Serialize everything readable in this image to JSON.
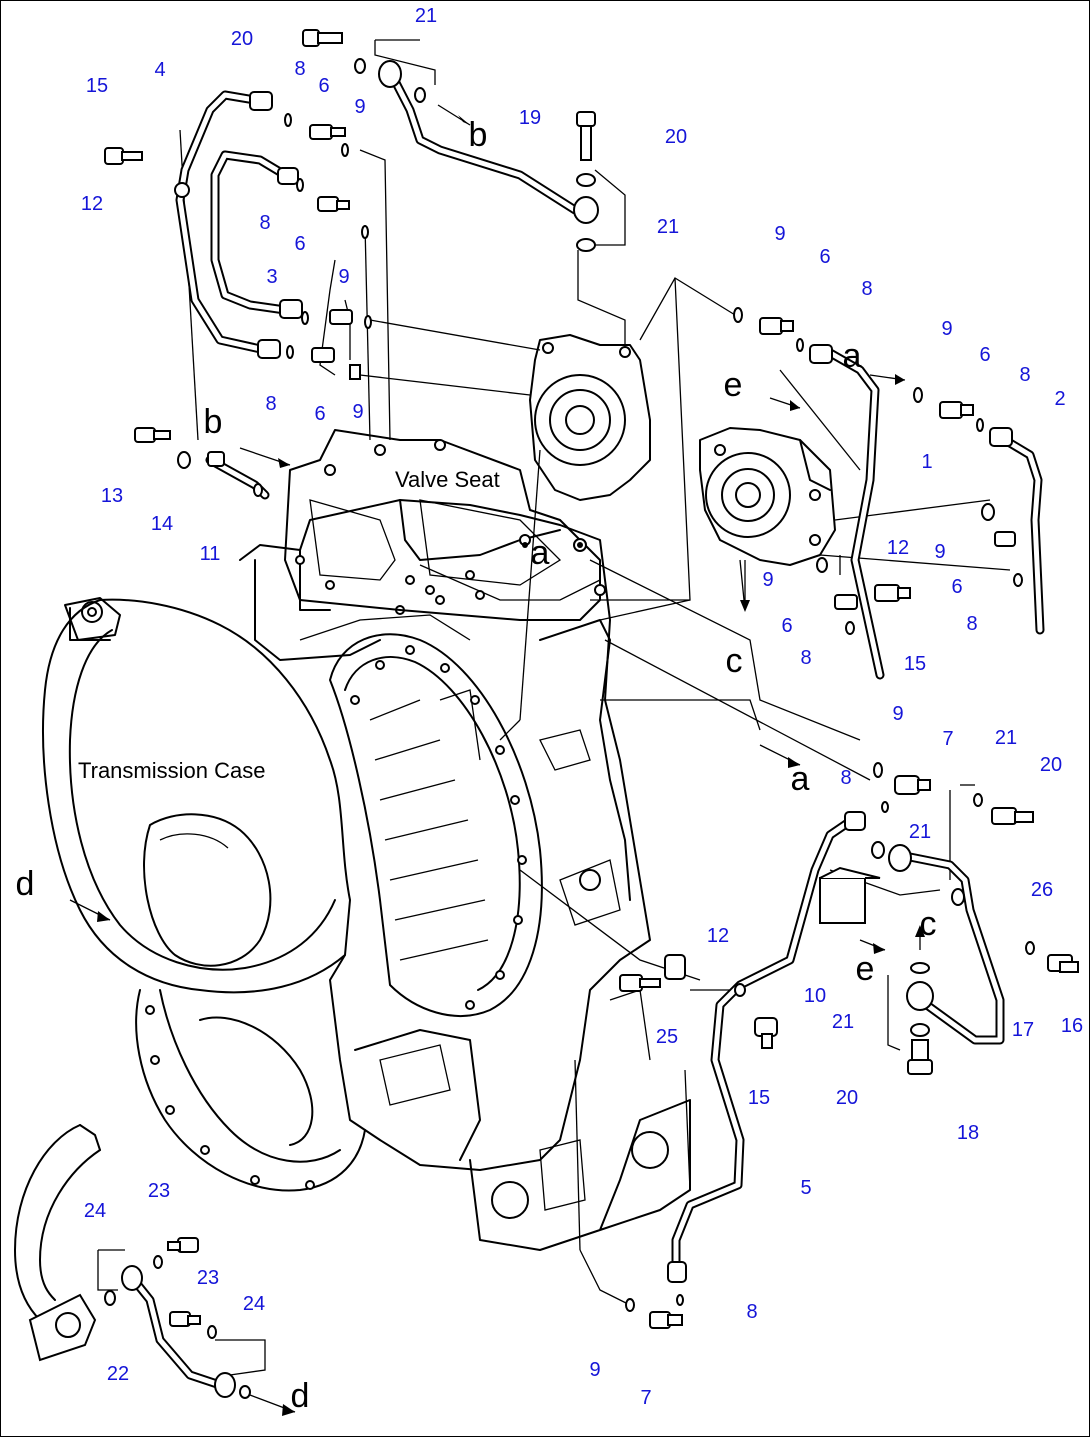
{
  "labels": {
    "valve_seat": "Valve Seat",
    "transmission_case": "Transmission Case"
  },
  "part_numbers": [
    "1",
    "2",
    "3",
    "4",
    "5",
    "6",
    "7",
    "8",
    "9",
    "10",
    "11",
    "12",
    "13",
    "14",
    "15",
    "16",
    "17",
    "18",
    "19",
    "20",
    "21",
    "22",
    "23",
    "24",
    "25",
    "26"
  ],
  "callouts": [
    {
      "id": "c-21a",
      "text": "21"
    },
    {
      "id": "c-20a",
      "text": "20"
    },
    {
      "id": "c-4",
      "text": "4"
    },
    {
      "id": "c-15a",
      "text": "15"
    },
    {
      "id": "c-8a",
      "text": "8"
    },
    {
      "id": "c-6a",
      "text": "6"
    },
    {
      "id": "c-9a",
      "text": "9"
    },
    {
      "id": "c-12a",
      "text": "12"
    },
    {
      "id": "c-8b",
      "text": "8"
    },
    {
      "id": "c-6b",
      "text": "6"
    },
    {
      "id": "c-9b",
      "text": "9"
    },
    {
      "id": "c-3",
      "text": "3"
    },
    {
      "id": "c-8c",
      "text": "8"
    },
    {
      "id": "c-6c",
      "text": "6"
    },
    {
      "id": "c-9c",
      "text": "9"
    },
    {
      "id": "c-19",
      "text": "19"
    },
    {
      "id": "c-20b",
      "text": "20"
    },
    {
      "id": "c-21b",
      "text": "21"
    },
    {
      "id": "c-9d",
      "text": "9"
    },
    {
      "id": "c-6d",
      "text": "6"
    },
    {
      "id": "c-8d",
      "text": "8"
    },
    {
      "id": "c-9e",
      "text": "9"
    },
    {
      "id": "c-6e",
      "text": "6"
    },
    {
      "id": "c-8e",
      "text": "8"
    },
    {
      "id": "c-2",
      "text": "2"
    },
    {
      "id": "c-1",
      "text": "1"
    },
    {
      "id": "c-13",
      "text": "13"
    },
    {
      "id": "c-14",
      "text": "14"
    },
    {
      "id": "c-11",
      "text": "11"
    },
    {
      "id": "c-12b",
      "text": "12"
    },
    {
      "id": "c-9f",
      "text": "9"
    },
    {
      "id": "c-9g",
      "text": "9"
    },
    {
      "id": "c-6f",
      "text": "6"
    },
    {
      "id": "c-6g",
      "text": "6"
    },
    {
      "id": "c-8f",
      "text": "8"
    },
    {
      "id": "c-8g",
      "text": "8"
    },
    {
      "id": "c-15b",
      "text": "15"
    },
    {
      "id": "c-9h",
      "text": "9"
    },
    {
      "id": "c-7a",
      "text": "7"
    },
    {
      "id": "c-21c",
      "text": "21"
    },
    {
      "id": "c-20c",
      "text": "20"
    },
    {
      "id": "c-8h",
      "text": "8"
    },
    {
      "id": "c-21d",
      "text": "21"
    },
    {
      "id": "c-26",
      "text": "26"
    },
    {
      "id": "c-12c",
      "text": "12"
    },
    {
      "id": "c-10",
      "text": "10"
    },
    {
      "id": "c-21e",
      "text": "21"
    },
    {
      "id": "c-17",
      "text": "17"
    },
    {
      "id": "c-16",
      "text": "16"
    },
    {
      "id": "c-25",
      "text": "25"
    },
    {
      "id": "c-15c",
      "text": "15"
    },
    {
      "id": "c-20d",
      "text": "20"
    },
    {
      "id": "c-18",
      "text": "18"
    },
    {
      "id": "c-5",
      "text": "5"
    },
    {
      "id": "c-24a",
      "text": "24"
    },
    {
      "id": "c-23a",
      "text": "23"
    },
    {
      "id": "c-23b",
      "text": "23"
    },
    {
      "id": "c-24b",
      "text": "24"
    },
    {
      "id": "c-22",
      "text": "22"
    },
    {
      "id": "c-8i",
      "text": "8"
    },
    {
      "id": "c-9i",
      "text": "9"
    },
    {
      "id": "c-7b",
      "text": "7"
    }
  ],
  "refs": [
    {
      "id": "r-b1",
      "text": "b"
    },
    {
      "id": "r-b2",
      "text": "b"
    },
    {
      "id": "r-a1",
      "text": "a"
    },
    {
      "id": "r-a2",
      "text": "a"
    },
    {
      "id": "r-a3",
      "text": "a"
    },
    {
      "id": "r-e1",
      "text": "e"
    },
    {
      "id": "r-e2",
      "text": "e"
    },
    {
      "id": "r-c1",
      "text": "c"
    },
    {
      "id": "r-c2",
      "text": "c"
    },
    {
      "id": "r-d1",
      "text": "d"
    },
    {
      "id": "r-d2",
      "text": "d"
    }
  ],
  "colors": {
    "callout": "#1515d8",
    "line": "#000000",
    "background": "#ffffff"
  }
}
